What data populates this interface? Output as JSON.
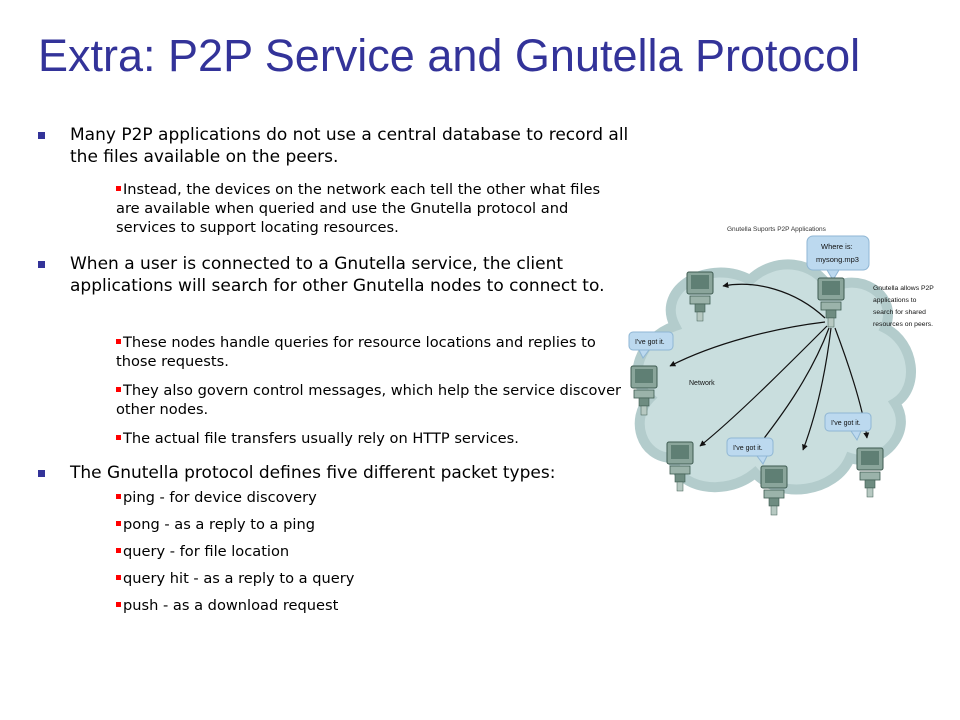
{
  "slide": {
    "title": "Extra: P2P Service and Gnutella Protocol",
    "bullets": [
      {
        "text": "Many P2P applications do not use a central database to record all the files available on the peers.",
        "sub": [
          "Instead, the devices on the network each tell the other what files are available when queried and use the Gnutella protocol and services to support locating resources."
        ]
      },
      {
        "text": "When a user is connected to a Gnutella service, the client applications will search for other Gnutella nodes to connect to.",
        "sub": [
          "These nodes handle queries for resource locations and replies to those requests.",
          "They also govern control messages, which help the service discover other nodes.",
          "The actual file transfers usually rely on HTTP services."
        ]
      },
      {
        "text": "The Gnutella protocol defines five different packet types:",
        "sub": [
          "ping - for device discovery",
          "pong - as a reply to a ping",
          "query - for file location",
          "query hit - as a reply to a query",
          "push - as a download request"
        ]
      }
    ]
  },
  "figure": {
    "caption": "Gnutella Suports P2P Applications",
    "query_bubble_line1": "Where is:",
    "query_bubble_line2": "mysong.mp3",
    "note_line1": "Gnutella allows P2P",
    "note_line2": "applications to",
    "note_line3": "search for shared",
    "note_line4": "resources on peers.",
    "network_label": "Network",
    "reply_left": "I've got it.",
    "reply_bottom": "I've got it.",
    "reply_right": "I've got it."
  },
  "colors": {
    "title": "#333399",
    "main_bullet": "#333399",
    "sub_bullet": "#ff0000",
    "cloud": "#c9dede",
    "bubble": "#bcd9ef",
    "computer": "#7b9a8f"
  }
}
